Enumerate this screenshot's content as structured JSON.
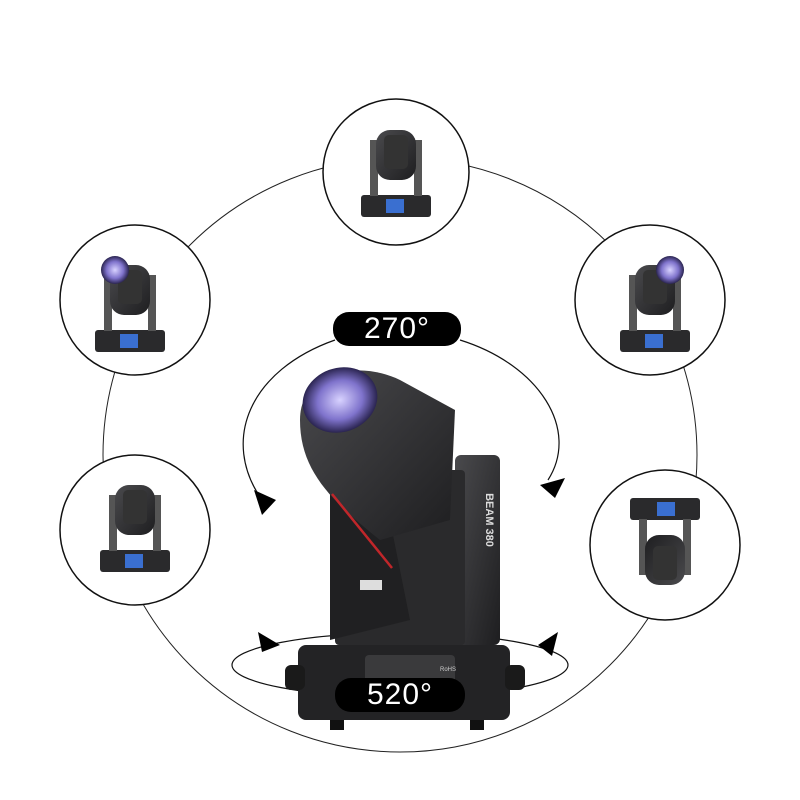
{
  "labels": {
    "tilt_angle": "270°",
    "pan_angle": "520°",
    "model_name": "BEAM 380",
    "certification_mark": "RoHS"
  },
  "colors": {
    "housing": "#2b2b2d",
    "accent_stripe": "#c0262a",
    "lens": "#8a7fd6",
    "pill_background": "#000000"
  }
}
